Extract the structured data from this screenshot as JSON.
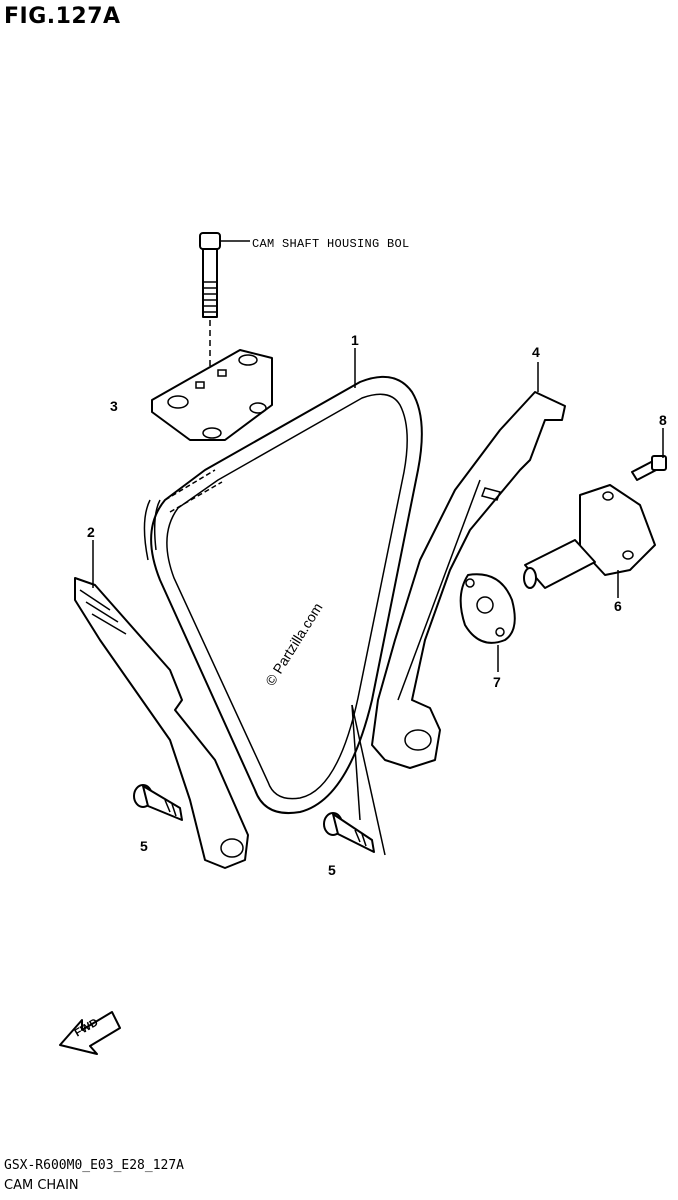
{
  "figure": {
    "title": "FIG.127A",
    "code": "GSX-R600M0_E03_E28_127A",
    "name": "CAM CHAIN",
    "watermark": "© Partzilla.com"
  },
  "annotation": {
    "cam_shaft_bolt": "CAM SHAFT HOUSING BOL"
  },
  "callouts": [
    "1",
    "2",
    "3",
    "4",
    "5",
    "5",
    "6",
    "7",
    "8"
  ],
  "fwd_badge": "FWD"
}
